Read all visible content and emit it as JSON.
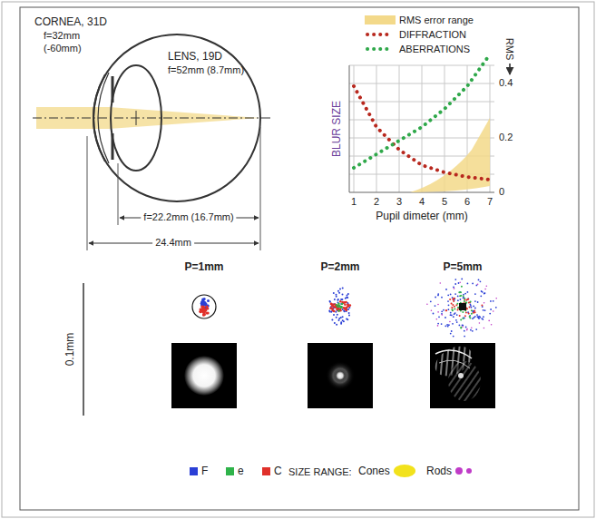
{
  "diagram": {
    "labels": [
      "CORNEA, 31D",
      "f=32mm",
      "(-60mm)",
      "LENS, 19D",
      "f=52mm (8.7mm)",
      "f=22.2mm (16.7mm)",
      "24.4mm",
      "BLUR SIZE",
      "RMS",
      "1",
      "2",
      "3",
      "4",
      "5",
      "6",
      "7",
      "0",
      "0.2",
      "0.4",
      "Pupil dimeter (mm)",
      "P=1mm",
      "P=2mm",
      "P=5mm",
      "0.1mm",
      "SIZE RANGE:"
    ],
    "legend": [
      {
        "text": "RMS error range",
        "color": "#f3d98a"
      },
      {
        "text": "DIFFRACTION"
      },
      {
        "text": "ABERRATIONS"
      },
      {
        "text": "F",
        "color": "#2a3fd6"
      },
      {
        "text": "e",
        "color": "#2fb34a"
      },
      {
        "text": "C",
        "color": "#e0302a"
      },
      {
        "text": "Cones",
        "color": "#f2e21c"
      },
      {
        "text": "Rods",
        "color": "#c03cc8"
      }
    ]
  }
}
